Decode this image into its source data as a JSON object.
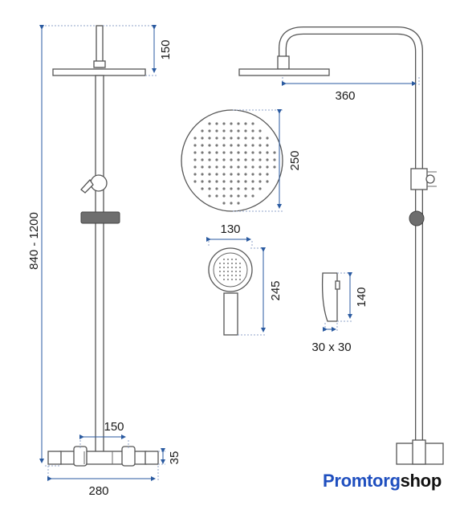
{
  "dimensions": {
    "head_height": "150",
    "arm_reach": "360",
    "head_diameter": "250",
    "total_height": "840 - 1200",
    "hand_width": "130",
    "hand_length": "245",
    "holder_height": "140",
    "holder_base": "30 x 30",
    "mixer_spacing": "150",
    "mixer_height": "35",
    "mixer_width": "280"
  },
  "brand": {
    "part1": "Promtorg",
    "part2": "shop",
    "color_primary": "#1f4fbf",
    "color_secondary": "#111111"
  },
  "colors": {
    "line": "#555555",
    "dimension_arrow": "#2a5aa0",
    "dashed_guide": "#8fa3c8"
  }
}
